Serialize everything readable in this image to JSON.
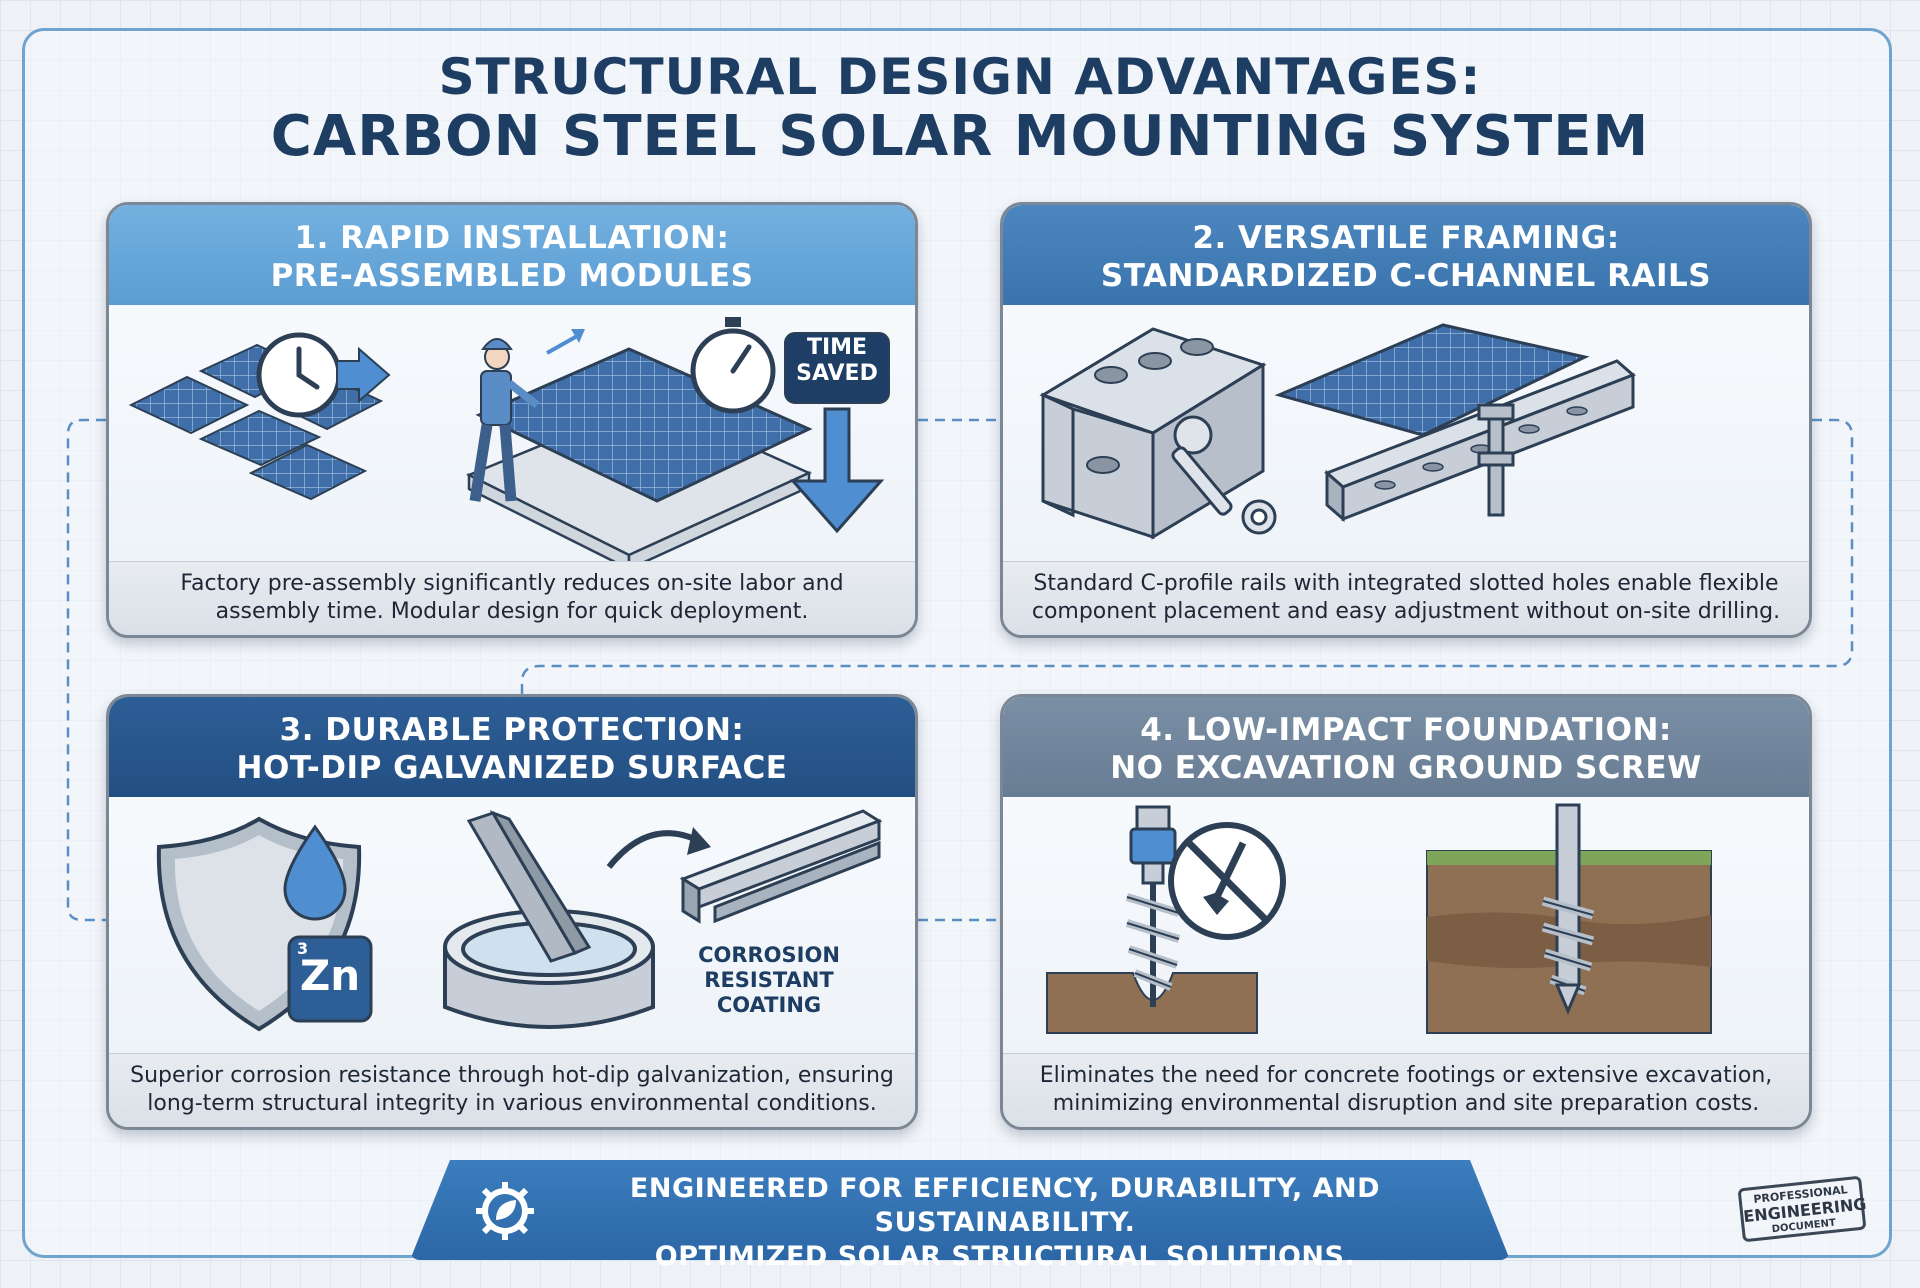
{
  "title": {
    "line1": "STRUCTURAL DESIGN ADVANTAGES:",
    "line2": "CARBON STEEL SOLAR MOUNTING SYSTEM"
  },
  "panels": [
    {
      "heading_line1": "1. RAPID INSTALLATION:",
      "heading_line2": "PRE-ASSEMBLED MODULES",
      "badge": [
        "TIME",
        "SAVED"
      ],
      "description": [
        "Factory pre-assembly significantly reduces on-site labor and",
        "assembly time. Modular design for quick deployment."
      ]
    },
    {
      "heading_line1": "2. VERSATILE FRAMING:",
      "heading_line2": "STANDARDIZED C-CHANNEL RAILS",
      "description": [
        "Standard C-profile rails with integrated slotted holes enable flexible",
        "component placement and easy adjustment without on-site drilling."
      ]
    },
    {
      "heading_line1": "3. DURABLE PROTECTION:",
      "heading_line2": "HOT-DIP GALVANIZED SURFACE",
      "element_symbol": "Zn",
      "element_number": "3",
      "coating_label": [
        "CORROSION",
        "RESISTANT",
        "COATING"
      ],
      "description": [
        "Superior corrosion resistance through hot-dip galvanization, ensuring",
        "long-term structural integrity in various environmental conditions."
      ]
    },
    {
      "heading_line1": "4. LOW-IMPACT FOUNDATION:",
      "heading_line2": "NO EXCAVATION GROUND SCREW",
      "description": [
        "Eliminates the need for concrete footings or extensive excavation,",
        "minimizing environmental disruption and site preparation costs."
      ]
    }
  ],
  "banner": {
    "line1": "ENGINEERED FOR EFFICIENCY, DURABILITY, AND SUSTAINABILITY.",
    "line2": "OPTIMIZED SOLAR STRUCTURAL SOLUTIONS."
  },
  "stamp": [
    "PROFESSIONAL",
    "ENGINEERING",
    "DOCUMENT"
  ],
  "colors": {
    "title": "#1e3d63",
    "panel1_header": "#5b9cd2",
    "panel2_header": "#3b74ad",
    "panel3_header": "#234f83",
    "panel4_header": "#687d93",
    "banner": "#2c67a6"
  },
  "icons": [
    "clock-icon",
    "stopwatch-icon",
    "arrow-down-icon",
    "worker-icon",
    "wrench-icon",
    "shield-icon",
    "water-drop-icon",
    "no-dig-icon",
    "gear-leaf-icon"
  ]
}
